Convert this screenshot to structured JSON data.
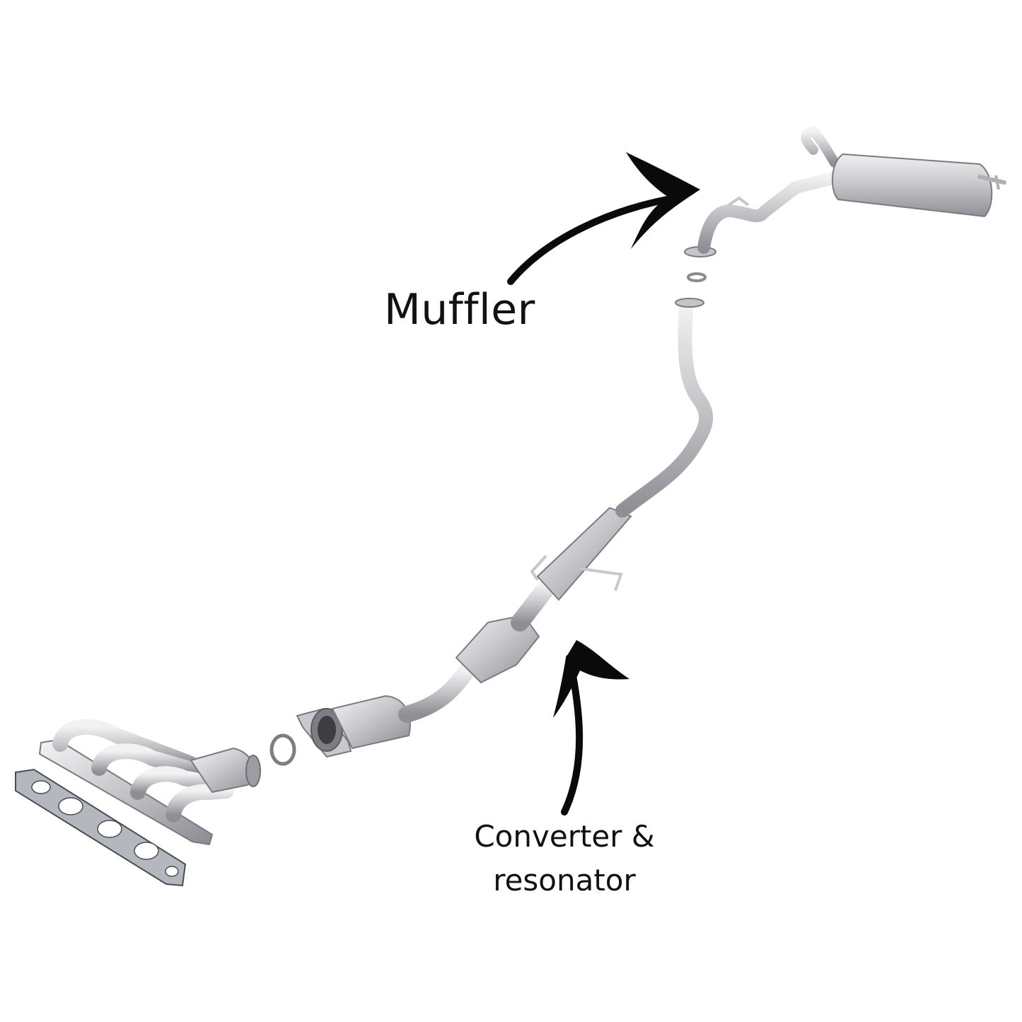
{
  "labels": {
    "muffler": "Muffler",
    "converter_line1": "Converter &",
    "converter_line2": "resonator"
  },
  "colors": {
    "metal_light": "#e4e4e6",
    "metal_mid": "#b9b9bd",
    "metal_dark": "#8c8c92",
    "gasket": "#aeb2b8",
    "arrow": "#0a0a0a",
    "text": "#111111",
    "background": "#ffffff"
  },
  "icons": {
    "muffler_arrow": "curved-arrow-icon",
    "converter_arrow": "curved-arrow-icon"
  }
}
